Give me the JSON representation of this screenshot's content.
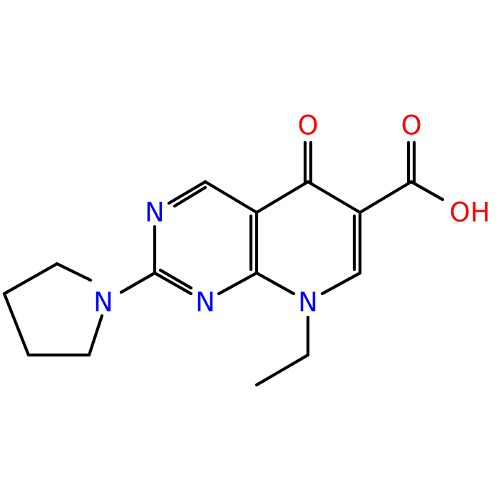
{
  "colors": {
    "bond": "#000000",
    "nitrogen": "#0000FF",
    "oxygen": "#FF0000",
    "background": "#FFFFFF"
  },
  "atoms": {
    "n_pyrimidine_top": {
      "text": "N",
      "element": "nitrogen"
    },
    "n_pyrimidine_bottom": {
      "text": "N",
      "element": "nitrogen"
    },
    "n_pyrrolidine": {
      "text": "N",
      "element": "nitrogen"
    },
    "n_ring_ethyl": {
      "text": "N",
      "element": "nitrogen"
    },
    "o_ketone": {
      "text": "O",
      "element": "oxygen"
    },
    "o_carbonyl": {
      "text": "O",
      "element": "oxygen"
    },
    "oh_acid": {
      "text": "OH",
      "element": "oxygen"
    }
  }
}
